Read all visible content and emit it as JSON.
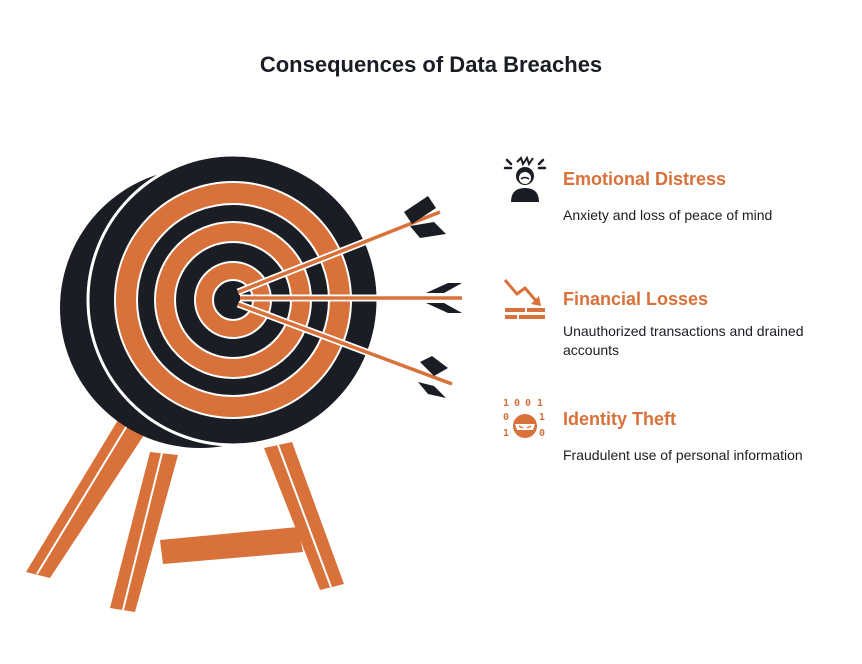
{
  "title": "Consequences of Data Breaches",
  "colors": {
    "accent": "#d9713b",
    "dark": "#1a1d24",
    "background": "#ffffff"
  },
  "items": [
    {
      "icon": "distressed-person-icon",
      "title": "Emotional Distress",
      "description": "Anxiety and loss of peace of mind"
    },
    {
      "icon": "falling-money-icon",
      "title": "Financial Losses",
      "description": "Unauthorized transactions and drained accounts"
    },
    {
      "icon": "masked-thief-binary-icon",
      "title": "Identity Theft",
      "description": "Fraudulent use of personal information",
      "icon_digits": [
        "1",
        "0",
        "0",
        "1",
        "0",
        "1",
        "1",
        "0"
      ]
    }
  ]
}
